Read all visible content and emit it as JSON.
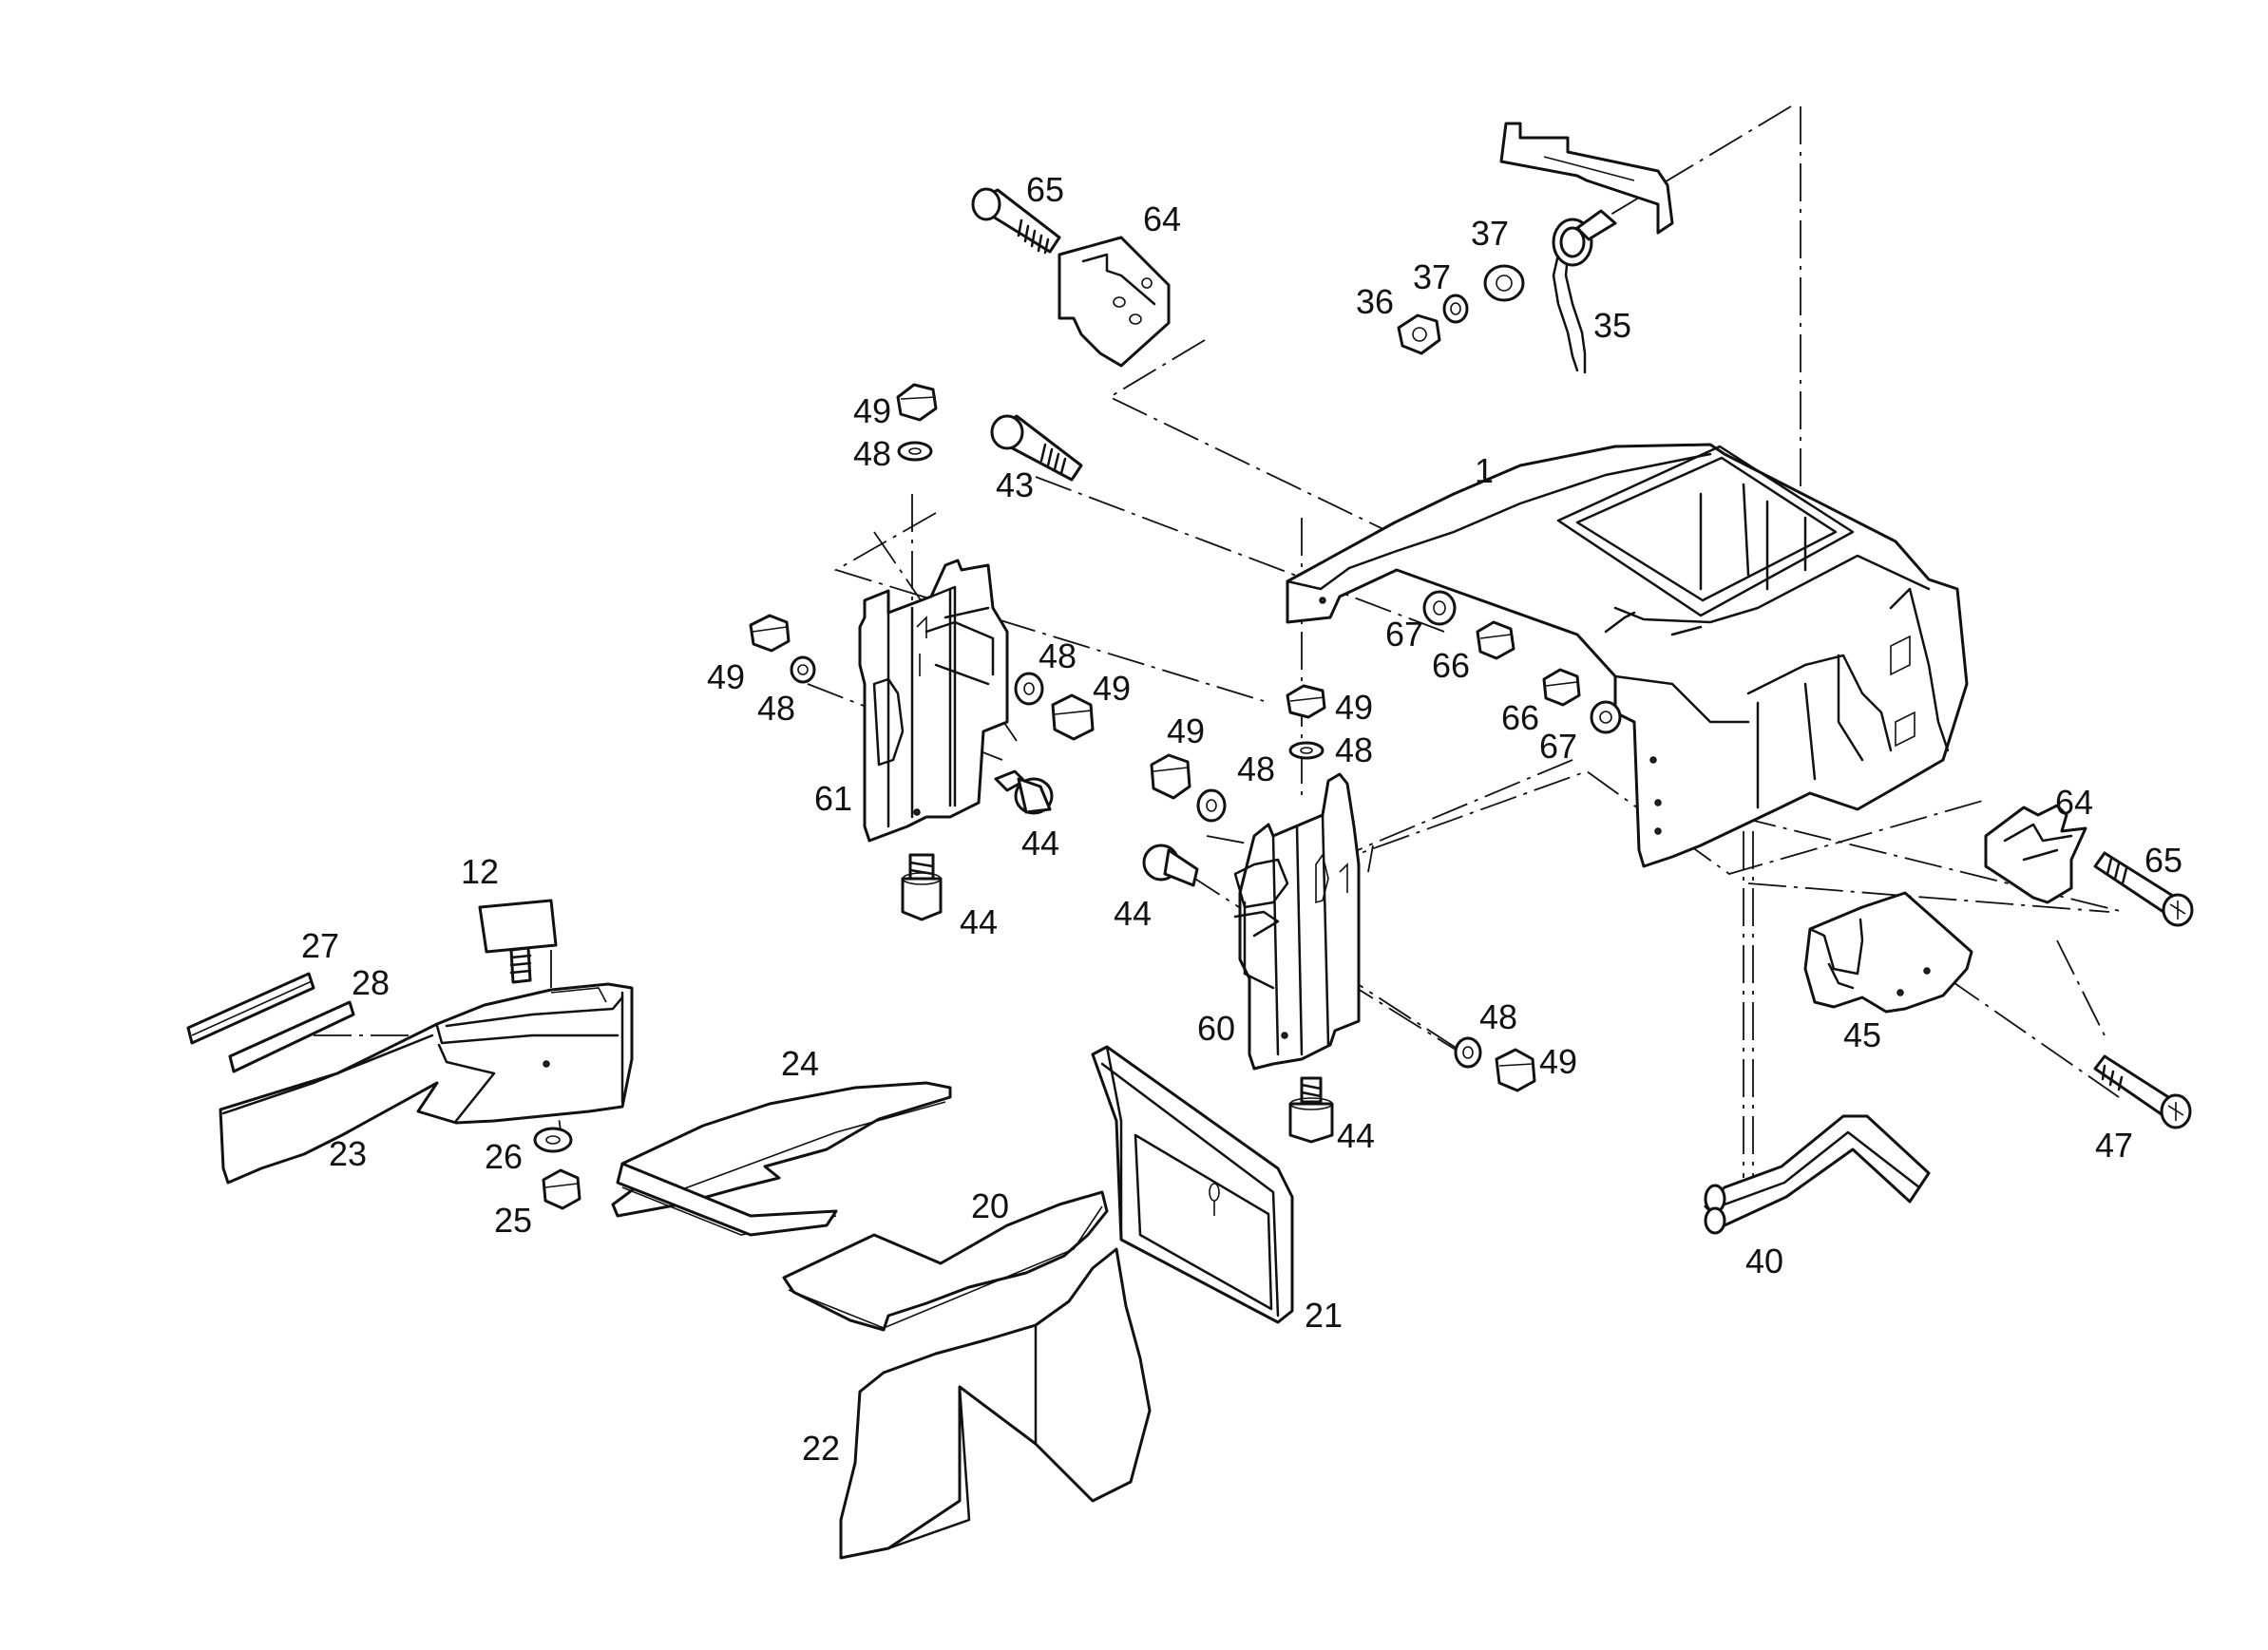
{
  "diagram": {
    "callouts": [
      {
        "id": "c1",
        "label": "1"
      },
      {
        "id": "c12",
        "label": "12"
      },
      {
        "id": "c20",
        "label": "20"
      },
      {
        "id": "c21",
        "label": "21"
      },
      {
        "id": "c22",
        "label": "22"
      },
      {
        "id": "c23",
        "label": "23"
      },
      {
        "id": "c24",
        "label": "24"
      },
      {
        "id": "c25",
        "label": "25"
      },
      {
        "id": "c26",
        "label": "26"
      },
      {
        "id": "c27",
        "label": "27"
      },
      {
        "id": "c28",
        "label": "28"
      },
      {
        "id": "c35",
        "label": "35"
      },
      {
        "id": "c36",
        "label": "36"
      },
      {
        "id": "c37a",
        "label": "37"
      },
      {
        "id": "c37b",
        "label": "37"
      },
      {
        "id": "c40",
        "label": "40"
      },
      {
        "id": "c43",
        "label": "43"
      },
      {
        "id": "c44a",
        "label": "44"
      },
      {
        "id": "c44b",
        "label": "44"
      },
      {
        "id": "c44c",
        "label": "44"
      },
      {
        "id": "c44d",
        "label": "44"
      },
      {
        "id": "c45",
        "label": "45"
      },
      {
        "id": "c47",
        "label": "47"
      },
      {
        "id": "c48a",
        "label": "48"
      },
      {
        "id": "c48b",
        "label": "48"
      },
      {
        "id": "c48c",
        "label": "48"
      },
      {
        "id": "c48d",
        "label": "48"
      },
      {
        "id": "c48e",
        "label": "48"
      },
      {
        "id": "c48f",
        "label": "48"
      },
      {
        "id": "c49a",
        "label": "49"
      },
      {
        "id": "c49b",
        "label": "49"
      },
      {
        "id": "c49c",
        "label": "49"
      },
      {
        "id": "c49d",
        "label": "49"
      },
      {
        "id": "c49e",
        "label": "49"
      },
      {
        "id": "c49f",
        "label": "49"
      },
      {
        "id": "c60",
        "label": "60"
      },
      {
        "id": "c61",
        "label": "61"
      },
      {
        "id": "c64a",
        "label": "64"
      },
      {
        "id": "c64b",
        "label": "64"
      },
      {
        "id": "c65a",
        "label": "65"
      },
      {
        "id": "c65b",
        "label": "65"
      },
      {
        "id": "c66a",
        "label": "66"
      },
      {
        "id": "c66b",
        "label": "66"
      },
      {
        "id": "c67a",
        "label": "67"
      },
      {
        "id": "c67b",
        "label": "67"
      }
    ]
  }
}
